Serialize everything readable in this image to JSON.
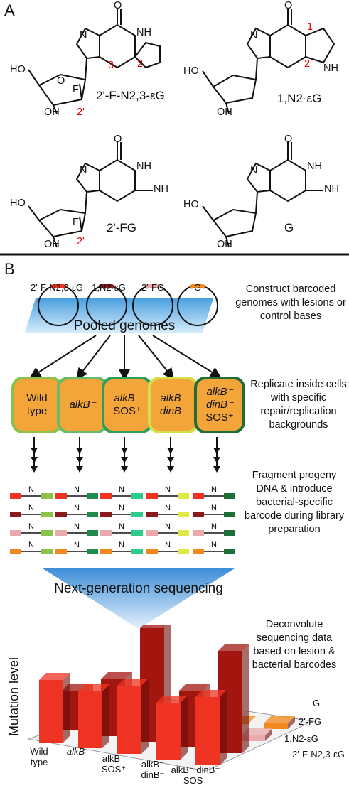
{
  "panelA": {
    "label": "A",
    "molecules": [
      {
        "name": "2'-F-N2,3-εG",
        "atoms": {
          "O": "O",
          "NH": "NH",
          "N": "N",
          "HO": "HO",
          "F": "F",
          "OH": "OH",
          "O_ring": "O"
        },
        "numbers": [
          "2",
          "3",
          "2'"
        ]
      },
      {
        "name": "1,N2-εG",
        "atoms": {
          "O": "O",
          "N": "N",
          "HO": "HO",
          "NH": "NH",
          "OH": "OH"
        },
        "numbers": [
          "1",
          "2"
        ]
      },
      {
        "name": "2'-FG",
        "atoms": {
          "O": "O",
          "NH": "NH",
          "NH2": "NH",
          "N": "N",
          "HO": "HO",
          "F": "F",
          "OH": "OH"
        },
        "numbers": [
          "2'"
        ]
      },
      {
        "name": "G",
        "atoms": {
          "O": "O",
          "NH": "NH",
          "NH2": "NH",
          "N": "N",
          "HO": "HO",
          "OH": "OH"
        },
        "numbers": []
      }
    ]
  },
  "panelB": {
    "label": "B",
    "genomes": [
      {
        "label": "2'-F-N2,3-εG",
        "color": "#ee3322"
      },
      {
        "label": "1,N2-εG",
        "color": "#8b1a1a"
      },
      {
        "label": "2'-FG",
        "color": "#e8aaaa"
      },
      {
        "label": "G",
        "color": "#f2891e"
      }
    ],
    "pooled_label": "Pooled genomes",
    "step1": "Construct barcoded genomes with lesions or control bases",
    "cells": [
      {
        "lines": [
          "Wild",
          "type"
        ],
        "border": "#8bc34a"
      },
      {
        "lines": [
          "alkB⁻"
        ],
        "border": "#66bb6a"
      },
      {
        "lines": [
          "alkB⁻",
          "SOS⁺"
        ],
        "border": "#2e9e5b"
      },
      {
        "lines": [
          "alkB⁻",
          "dinB⁻"
        ],
        "border": "#d4e04a"
      },
      {
        "lines": [
          "alkB⁻",
          "dinB⁻",
          "SOS⁺"
        ],
        "border": "#1f6e3a"
      }
    ],
    "step2": "Replicate inside cells with specific repair/replication backgrounds",
    "step3": "Fragment progeny DNA & introduce bacterial-specific barcode during library preparation",
    "fragment_marker": "N",
    "lesion_colors": [
      "#ee3322",
      "#8b1a1a",
      "#e8aaaa",
      "#f2891e"
    ],
    "barcode_colors": [
      "#8bc34a",
      "#1f8a4a",
      "#2ecc8a",
      "#e0e84a",
      "#1f6e3a"
    ],
    "ngs_label": "Next-generation sequencing",
    "step4": "Deconvolute sequencing data based on lesion & bacterial barcodes"
  },
  "chart_data": {
    "type": "bar",
    "ylabel": "Mutation level",
    "categories": [
      "Wild type",
      "alkB⁻",
      "alkB⁻ SOS⁺",
      "alkB⁻ dinB⁻",
      "alkB⁻ dinB⁻ SOS⁺"
    ],
    "series": [
      {
        "name": "2'-F-N2,3-εG",
        "values": [
          0.55,
          0.5,
          0.6,
          0.5,
          0.6
        ]
      },
      {
        "name": "1,N2-εG",
        "values": [
          0.35,
          0.5,
          1.0,
          0.5,
          0.9
        ]
      },
      {
        "name": "2'-FG",
        "values": [
          0.0,
          0.0,
          0.0,
          0.0,
          0.05
        ]
      },
      {
        "name": "G",
        "values": [
          0.0,
          0.0,
          0.0,
          0.0,
          0.05
        ]
      }
    ]
  }
}
